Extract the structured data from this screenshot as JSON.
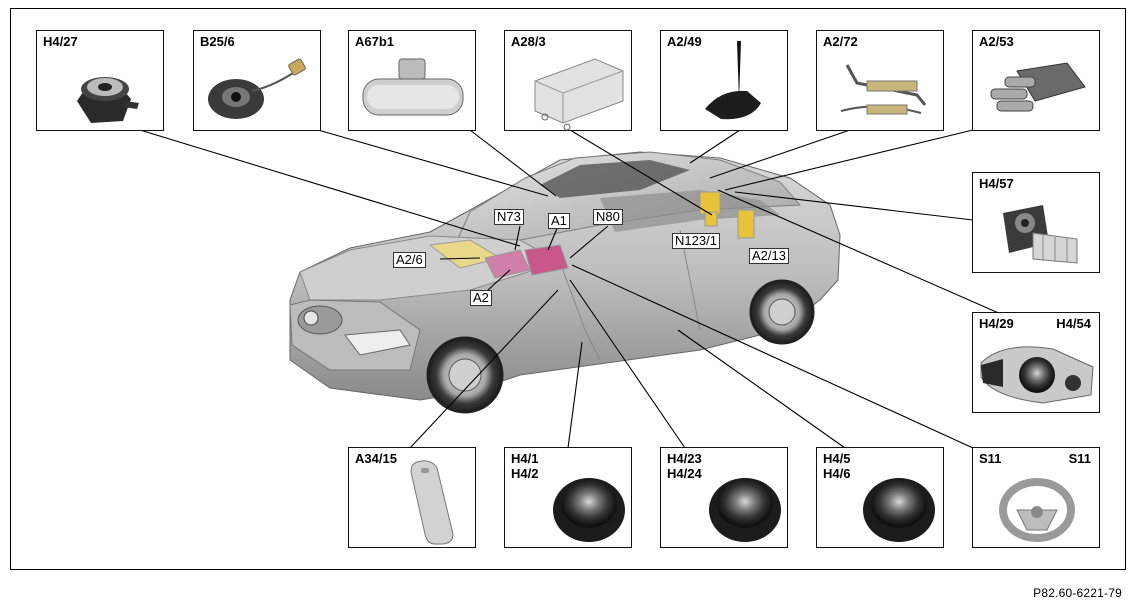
{
  "components": {
    "h4_27": "H4/27",
    "b25_6": "B25/6",
    "a67b1": "A67b1",
    "a28_3": "A28/3",
    "a2_49": "A2/49",
    "a2_72": "A2/72",
    "a2_53": "A2/53",
    "h4_57": "H4/57",
    "h4_29": "H4/29",
    "h4_54": "H4/54",
    "s11_left": "S11",
    "s11_right": "S11",
    "h4_5": "H4/5",
    "h4_6": "H4/6",
    "h4_23": "H4/23",
    "h4_24": "H4/24",
    "h4_1": "H4/1",
    "h4_2": "H4/2",
    "a34_15": "A34/15"
  },
  "callouts": {
    "n73": "N73",
    "a1": "A1",
    "n80": "N80",
    "a2_6": "A2/6",
    "a2": "A2",
    "n123_1": "N123/1",
    "a2_13": "A2/13"
  },
  "reference_code": "P82.60-6221-79"
}
